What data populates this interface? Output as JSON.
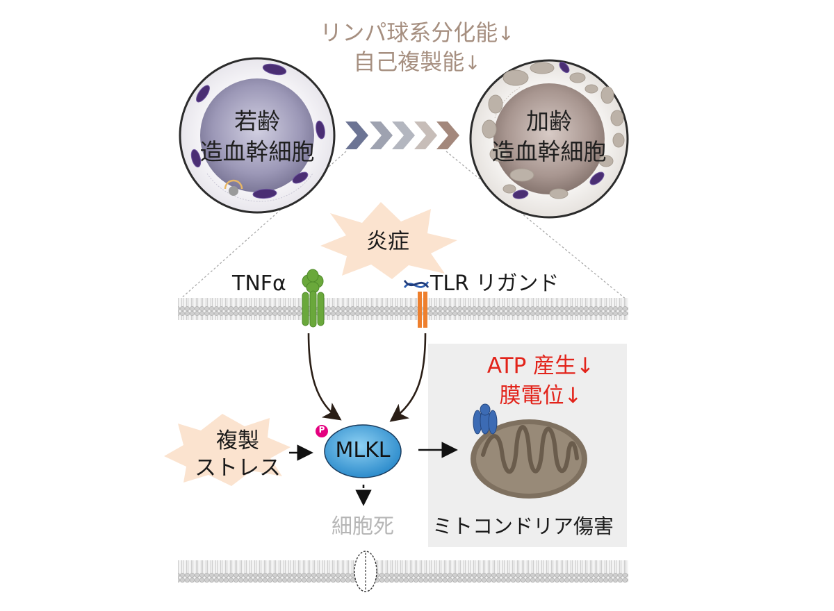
{
  "top_labels": {
    "line1": "リンパ球系分化能",
    "line2": "自己複製能",
    "down_arrow": "↓"
  },
  "young_cell": {
    "line1": "若齢",
    "line2": "造血幹細胞"
  },
  "aged_cell": {
    "line1": "加齢",
    "line2": "造血幹細胞"
  },
  "inflammation": "炎症",
  "tnf_label": "TNFα",
  "tlr_label": "TLR リガンド",
  "replication_stress": {
    "line1": "複製",
    "line2": "ストレス"
  },
  "mlkl": "MLKL",
  "phospho": "P",
  "cell_death": "細胞死",
  "mito_effects": {
    "line1": "ATP 産生",
    "line2": "膜電位",
    "down_arrow": "↓"
  },
  "mito_damage": "ミトコンドリア傷害",
  "colors": {
    "label_brown": "#a68f80",
    "effect_red": "#e2231a",
    "tnf_green": "#6aa83b",
    "tlr_orange": "#ee7f2d",
    "mlkl_blue": "#3fa4da",
    "phospho_pink": "#e4007f",
    "mito_brown": "#7e705f",
    "burst_peach": "#fbe3cf"
  }
}
